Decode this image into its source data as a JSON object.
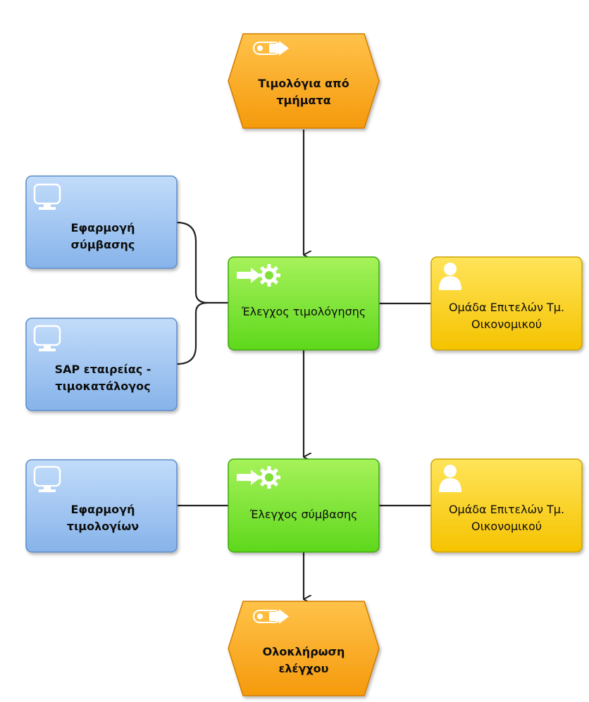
{
  "colors": {
    "event": "#f59a0c",
    "event_light": "#ffc24a",
    "function": "#5ed81c",
    "function_light": "#a6f25a",
    "system": "#86b3ea",
    "system_light": "#c2dcfa",
    "role": "#f5c300",
    "role_light": "#ffe45a",
    "connector": "#222222"
  },
  "icons": {
    "event": "event-arrow-icon",
    "function": "function-gear-arrow-icon",
    "system": "monitor-icon",
    "role": "person-icon"
  },
  "events": {
    "start": {
      "line1": "Τιμολόγια από",
      "line2": "τμήματα"
    },
    "end": {
      "line1": "Ολοκλήρωση",
      "line2": "ελέγχου"
    }
  },
  "functions": {
    "invoice_check": {
      "label": "Έλεγχος τιμολόγησης"
    },
    "contract_check": {
      "label": "Έλεγχος σύμβασης"
    }
  },
  "systems": {
    "contract_app": {
      "line1": "Εφαρμογή",
      "line2": "σύμβασης"
    },
    "sap_pricelist": {
      "line1": "SAP εταιρείας -",
      "line2": "τιμοκατάλογος"
    },
    "invoice_app": {
      "line1": "Εφαρμογή",
      "line2": "τιμολογίων"
    }
  },
  "roles": {
    "role_1": {
      "line1": "Ομάδα Επιτελών Τμ.",
      "line2": "Οικονομικού"
    },
    "role_2": {
      "line1": "Ομάδα Επιτελών Τμ.",
      "line2": "Οικονομικού"
    }
  }
}
